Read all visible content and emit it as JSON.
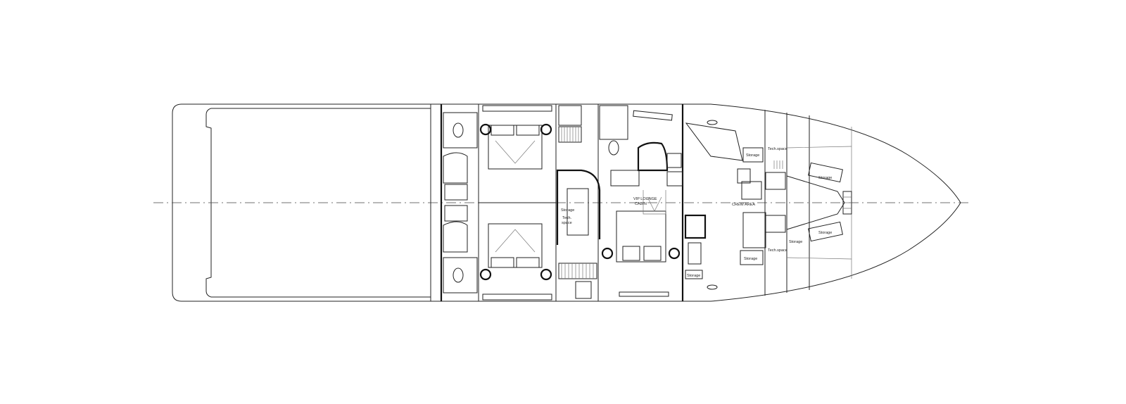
{
  "labels": {
    "vip_cabin_line1": "VIP LOUNGE",
    "vip_cabin_line2": "CABIN",
    "crew_area": "CREW AREA",
    "storage_mid": "Storage",
    "tech_space_mid_1": "Tech.",
    "tech_space_mid_2": "space",
    "tech_space_top": "Tech.space",
    "tech_space_bottom": "Tech.space",
    "storage_crew_lower": "Storage",
    "storage_crew_bottom": "Storage",
    "storage_bow_lower": "Storage",
    "storage_fwd_upper": "Storage",
    "storage_fwd_lower": "Storage",
    "storage_crew_top": "Storage"
  }
}
